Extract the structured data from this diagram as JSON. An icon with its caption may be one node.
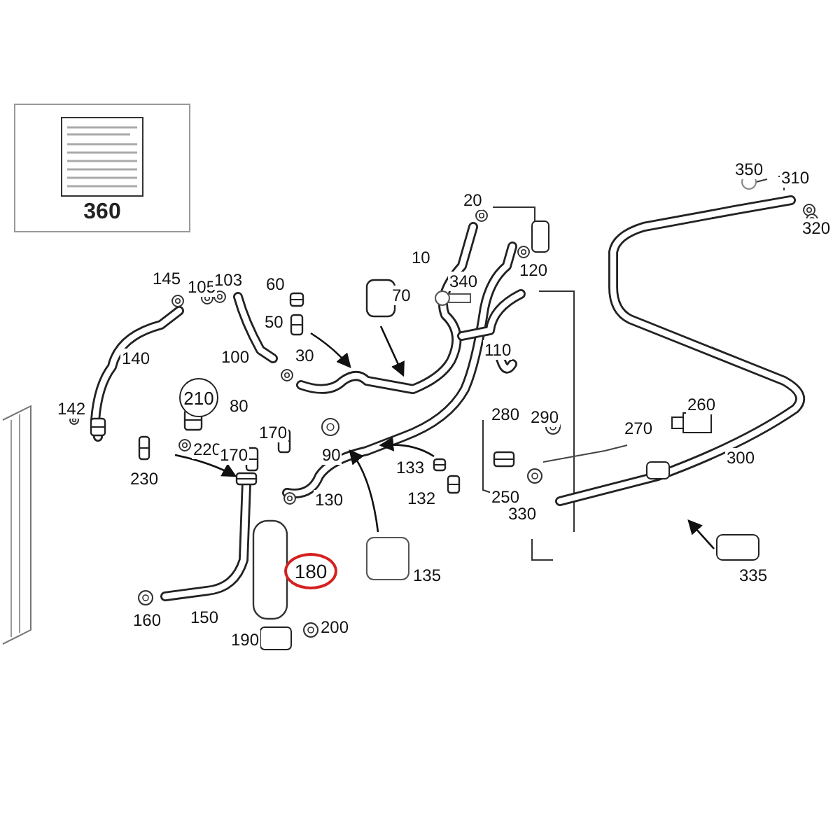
{
  "diagram": {
    "nodes": [
      {
        "text": [
          "360"
        ]
      },
      {
        "text": [
          "210"
        ]
      },
      {
        "text": [
          "180"
        ]
      }
    ],
    "labels": [
      "350",
      "310",
      "20",
      "320",
      "120",
      "10",
      "340",
      "70",
      "145",
      "105",
      "103",
      "60",
      "50",
      "110",
      "140",
      "100",
      "30",
      "142",
      "80",
      "260",
      "280",
      "290",
      "270",
      "220",
      "170",
      "170",
      "90",
      "300",
      "230",
      "133",
      "130",
      "132",
      "250",
      "330",
      "135",
      "335",
      "160",
      "150",
      "190",
      "200"
    ]
  }
}
